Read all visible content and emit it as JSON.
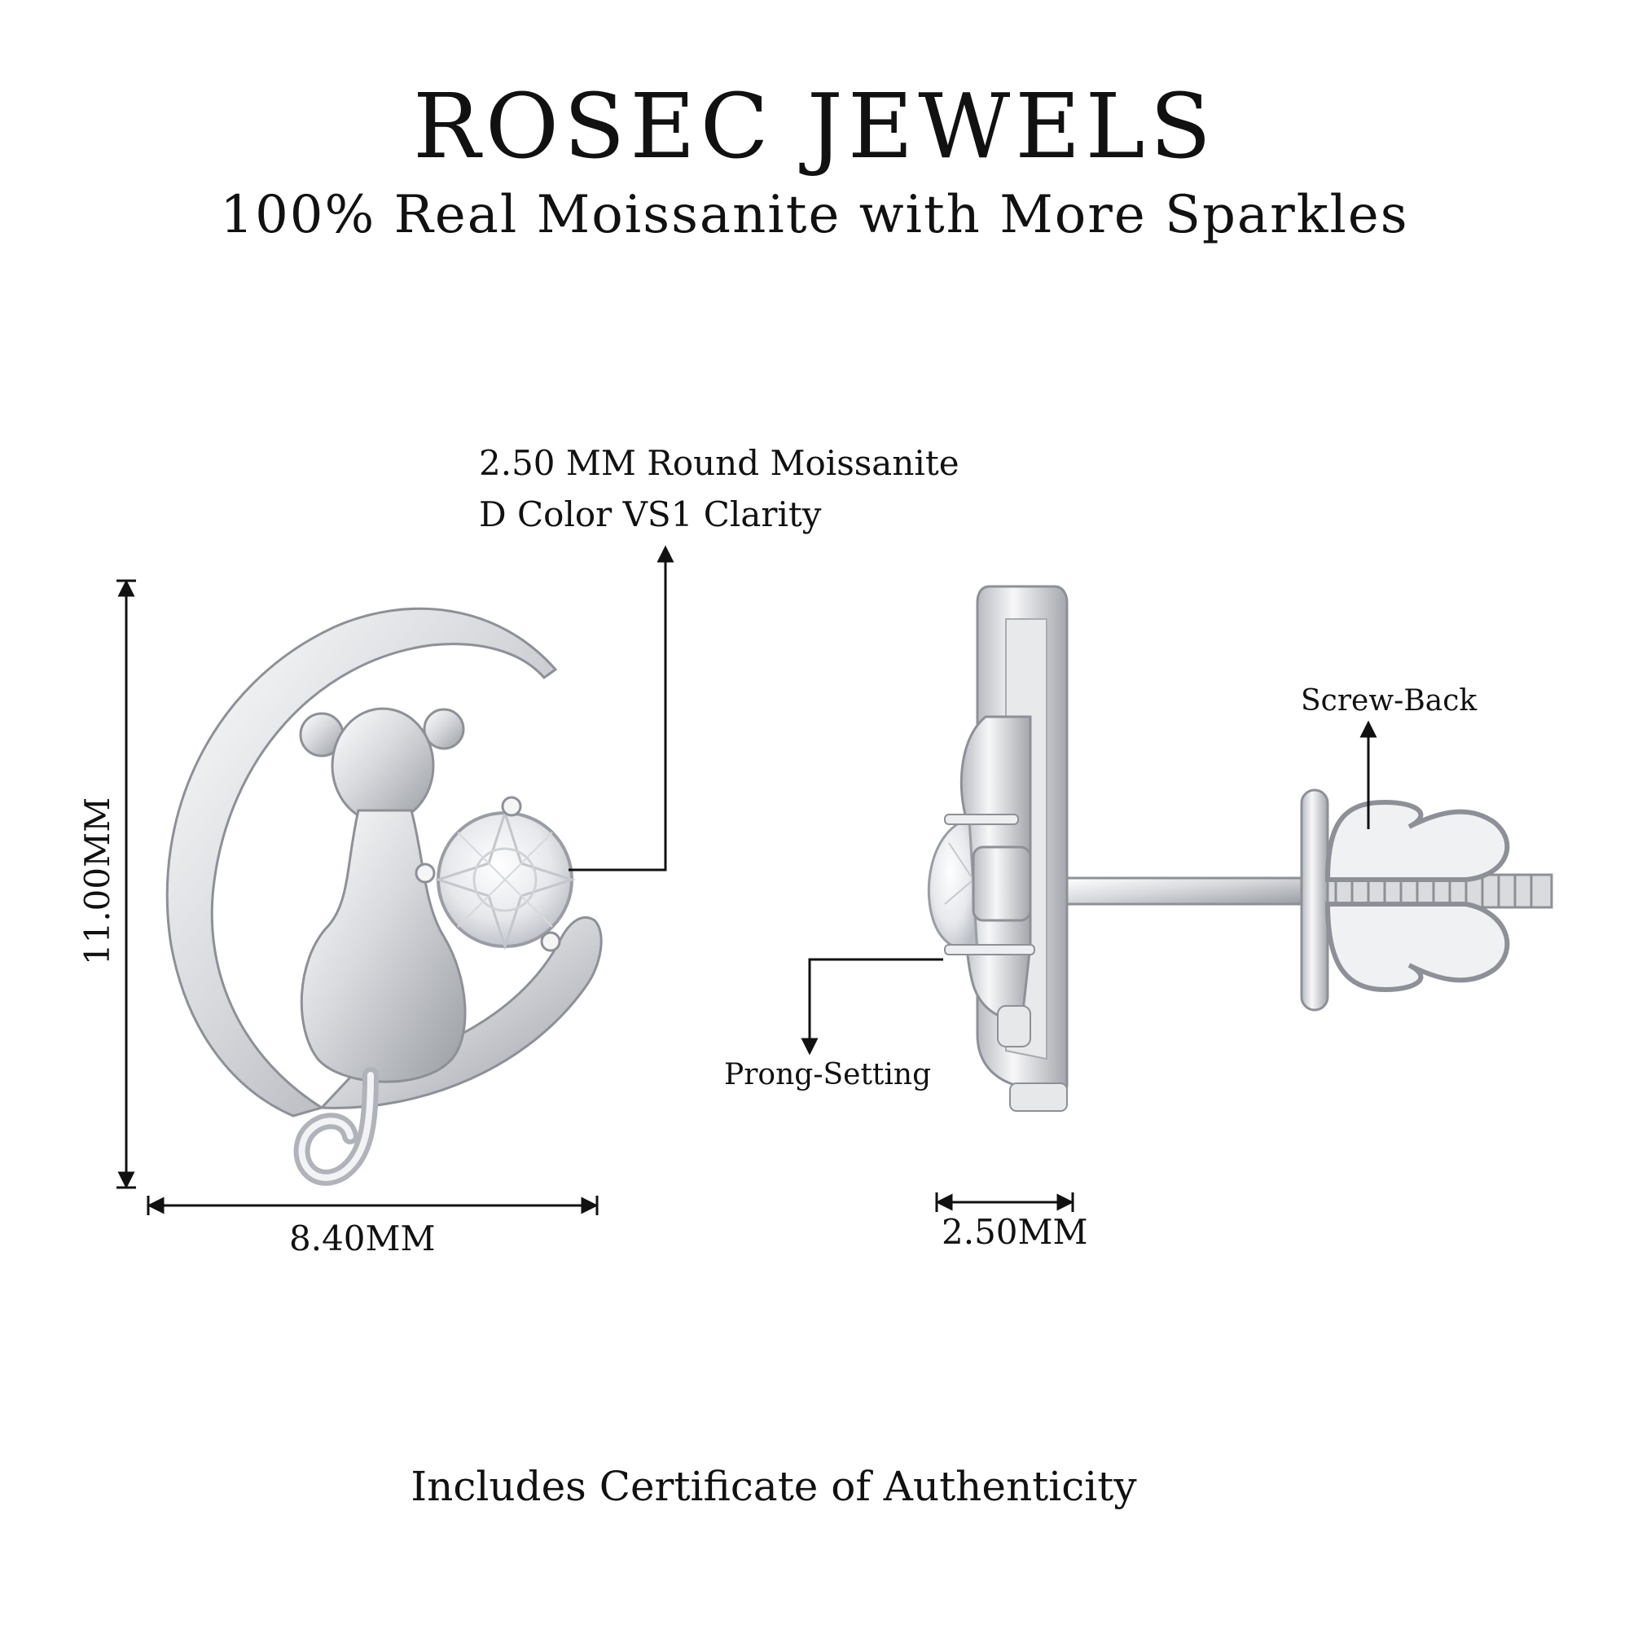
{
  "header": {
    "brand": "ROSEC JEWELS",
    "tagline": "100% Real Moissanite with More Sparkles"
  },
  "callouts": {
    "stone_line1": "2.50 MM Round Moissanite",
    "stone_line2": "D Color VS1 Clarity",
    "screw_back": "Screw-Back",
    "prong_setting": "Prong-Setting"
  },
  "dimensions": {
    "height": "11.00MM",
    "width": "8.40MM",
    "depth": "2.50MM"
  },
  "footer": {
    "text": "Includes Certificate of Authenticity"
  },
  "colors": {
    "background": "#ffffff",
    "text": "#111111",
    "metal_light": "#f4f4f6",
    "metal_mid": "#c9cbd0",
    "metal_dark": "#8d9097"
  }
}
